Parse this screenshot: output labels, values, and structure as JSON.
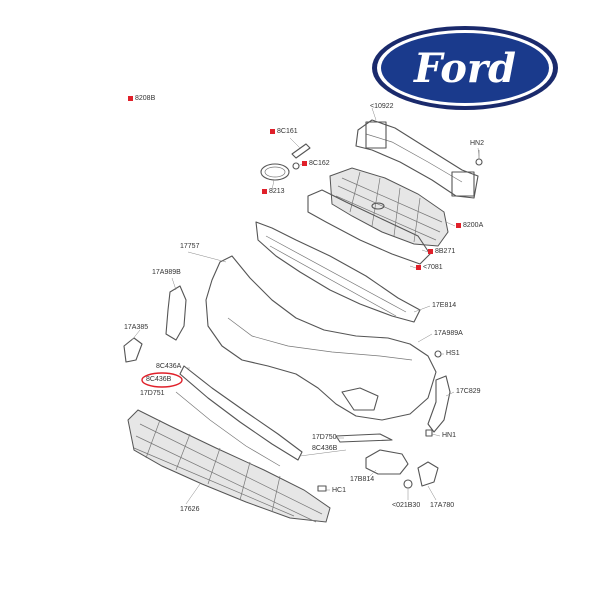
{
  "logo": {
    "text": "Ford",
    "color": "#1a3a8c",
    "border": "#1a2a6c"
  },
  "highlight_color": "#e0202a",
  "labels": [
    {
      "id": "8208B",
      "text": "8208B",
      "red": true
    },
    {
      "id": "10922",
      "text": "<10922",
      "red": false
    },
    {
      "id": "8C161",
      "text": "8C161",
      "red": true
    },
    {
      "id": "HN2",
      "text": "HN2",
      "red": false
    },
    {
      "id": "8C162",
      "text": "8C162",
      "red": true
    },
    {
      "id": "8213",
      "text": "8213",
      "red": true
    },
    {
      "id": "8200A",
      "text": "8200A",
      "red": true
    },
    {
      "id": "17757",
      "text": "17757",
      "red": false
    },
    {
      "id": "8B271",
      "text": "8B271",
      "red": true
    },
    {
      "id": "17A989B",
      "text": "17A989B",
      "red": false
    },
    {
      "id": "7081",
      "text": "<7081",
      "red": true
    },
    {
      "id": "17E814",
      "text": "17E814",
      "red": false
    },
    {
      "id": "17A385",
      "text": "17A385",
      "red": false
    },
    {
      "id": "17A989A",
      "text": "17A989A",
      "red": false
    },
    {
      "id": "8C436A",
      "text": "8C436A",
      "red": false
    },
    {
      "id": "HS1",
      "text": "HS1",
      "red": false
    },
    {
      "id": "8C436B_circled",
      "text": "8C436B",
      "red": false
    },
    {
      "id": "17D751",
      "text": "17D751",
      "red": false
    },
    {
      "id": "17C829",
      "text": "17C829",
      "red": false
    },
    {
      "id": "17D750",
      "text": "17D750",
      "red": false
    },
    {
      "id": "HN1",
      "text": "HN1",
      "red": false
    },
    {
      "id": "8C436B",
      "text": "8C436B",
      "red": false
    },
    {
      "id": "17B814",
      "text": "17B814",
      "red": false
    },
    {
      "id": "HC1",
      "text": "HC1",
      "red": false
    },
    {
      "id": "17626",
      "text": "17626",
      "red": false
    },
    {
      "id": "021B30",
      "text": "<021B30",
      "red": false
    },
    {
      "id": "17A780",
      "text": "17A780",
      "red": false
    }
  ]
}
